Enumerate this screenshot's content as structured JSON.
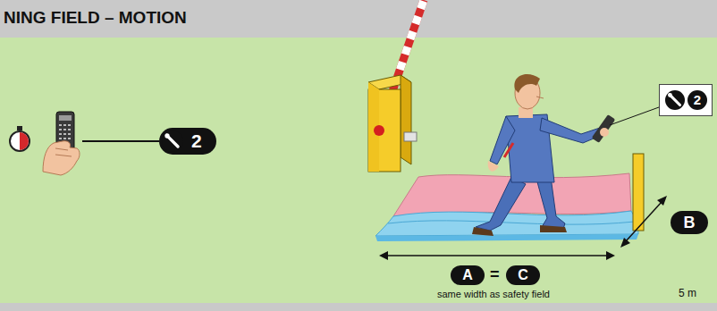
{
  "diagram": {
    "title": "NING FIELD – MOTION",
    "nodes": [
      {
        "text": [
          "2"
        ]
      },
      {
        "text": [
          "2"
        ]
      },
      {
        "text": [
          "B"
        ]
      },
      {
        "text": [
          "A"
        ]
      },
      {
        "text": [
          "C"
        ]
      }
    ],
    "labels": [
      "=",
      "same width as safety field",
      "5 m"
    ]
  }
}
